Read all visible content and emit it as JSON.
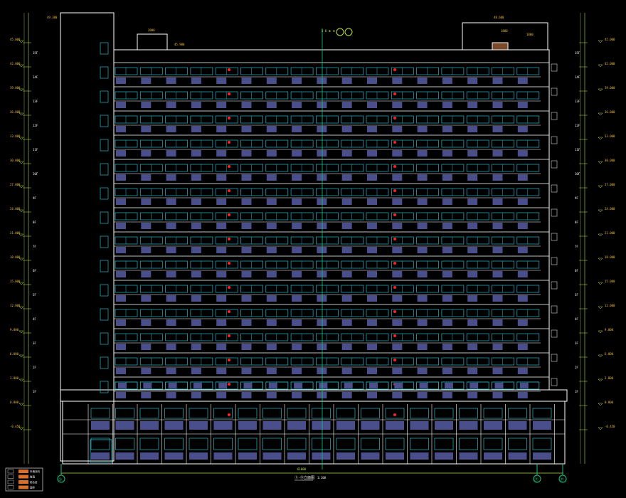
{
  "drawing": {
    "title": "①-⑪立面图",
    "scale": "1:100",
    "total_dimension": "61000",
    "top_axis_label": "5-6 ⑧ ⑨"
  },
  "axis_labels": {
    "left": "①",
    "right_1": "⑪",
    "right_2": "⑪"
  },
  "roof_annotations": {
    "stair_roof": "49.300",
    "parapet": "45.900",
    "machine_room": "48.600",
    "small_a": "2000",
    "small_b": "1800",
    "small_c": "1800"
  },
  "floors": {
    "levels": [
      "45.000",
      "42.000",
      "39.000",
      "36.000",
      "33.000",
      "30.000",
      "27.000",
      "24.000",
      "21.000",
      "18.000",
      "15.000",
      "12.000",
      "9.000",
      "6.000",
      "3.000",
      "0.000",
      "-0.450"
    ],
    "labels": [
      "15F",
      "14F",
      "13F",
      "12F",
      "11F",
      "10F",
      "9F",
      "8F",
      "7F",
      "6F",
      "5F",
      "4F",
      "3F",
      "2F",
      "1F"
    ]
  },
  "legend": {
    "rows": [
      "外墙涂料",
      "玻璃",
      "铝合金",
      "面砖"
    ]
  },
  "colors": {
    "background": "#000000",
    "outline": "#ffffff",
    "window_frame": "#2ab8c9",
    "window_panel": "#4a4f8c",
    "dimension": "#b7e34a",
    "axis": "#19c37d",
    "level_text": "#f0c040",
    "red_mark": "#ff2020",
    "legend_fill": "#d8702a"
  }
}
